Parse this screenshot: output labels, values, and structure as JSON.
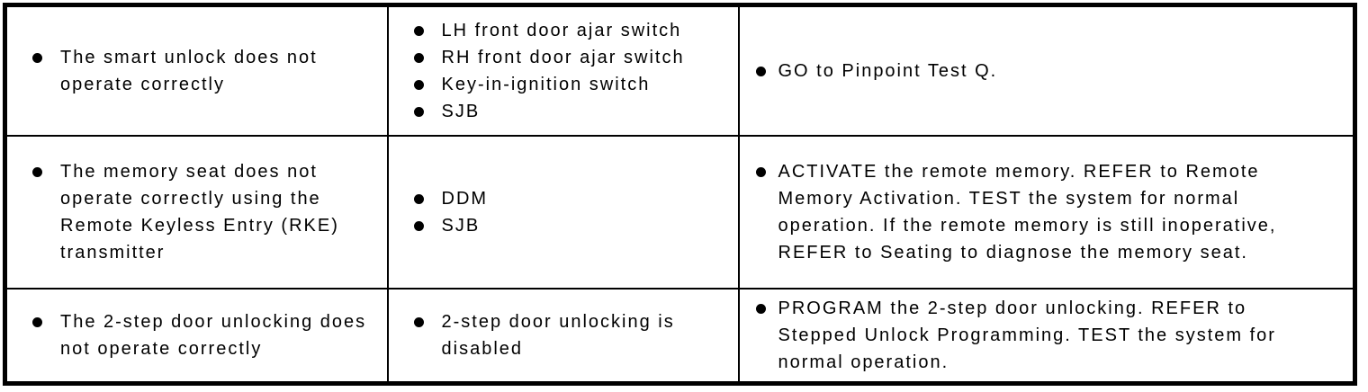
{
  "page": {
    "background_color": "#ffffff",
    "border_color": "#000000",
    "text_color": "#000000"
  },
  "table": {
    "rows": [
      {
        "symptom": [
          "The smart unlock does not operate correctly"
        ],
        "sources": [
          "LH front door ajar switch",
          "RH front door ajar switch",
          "Key-in-ignition switch",
          "SJB"
        ],
        "actions": [
          "GO to Pinpoint Test Q."
        ]
      },
      {
        "symptom": [
          "The memory seat does not operate correctly using the Remote Keyless Entry (RKE) transmitter"
        ],
        "sources": [
          "DDM",
          "SJB"
        ],
        "actions": [
          "ACTIVATE the remote memory. REFER to Remote Memory Activation. TEST the system for normal operation. If the remote memory is still inoperative, REFER to Seating to diagnose the memory seat."
        ]
      },
      {
        "symptom": [
          "The 2-step door unlocking does not operate correctly"
        ],
        "sources": [
          "2-step door unlocking is disabled"
        ],
        "actions": [
          "PROGRAM the 2-step door unlocking. REFER to Stepped Unlock Programming. TEST the system for normal operation."
        ]
      }
    ]
  }
}
